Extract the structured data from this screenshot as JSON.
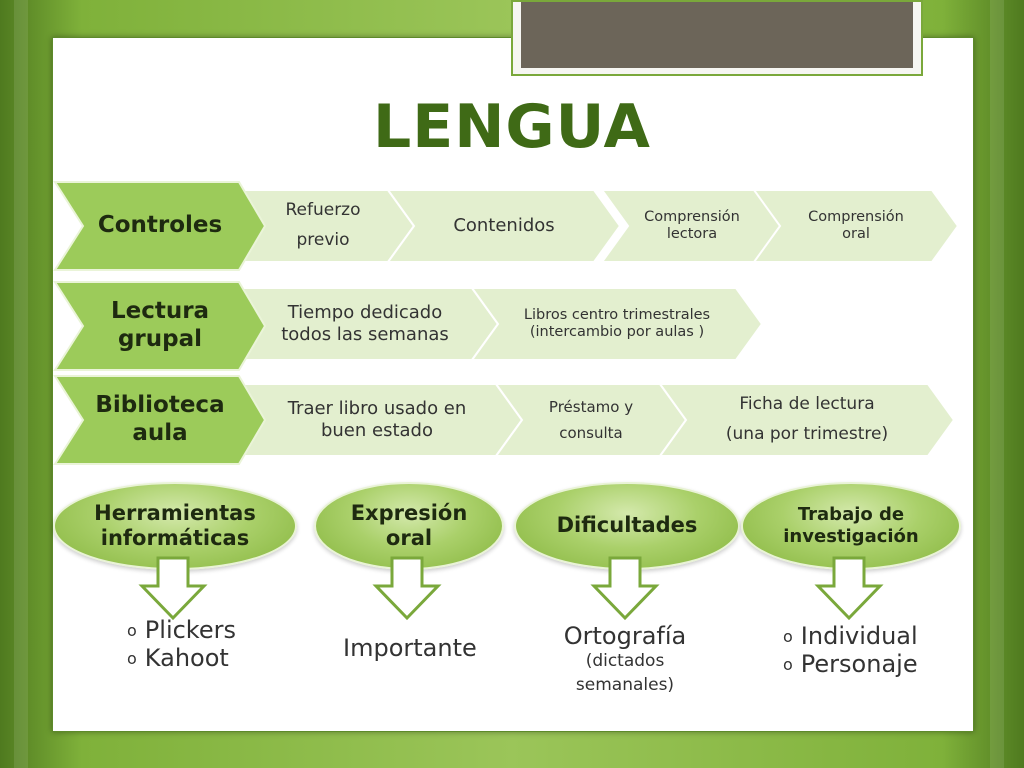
{
  "title": "LENGUA",
  "rows": [
    {
      "category": "Controles",
      "items": [
        "Refuerzo\nprevio",
        "Contenidos",
        "Comprensión\nlectora",
        "Comprensión\noral"
      ]
    },
    {
      "category": "Lectura\ngrupal",
      "items": [
        "Tiempo dedicado\ntodos las semanas",
        "Libros centro trimestrales\n(intercambio por aulas )"
      ]
    },
    {
      "category": "Biblioteca\naula",
      "items": [
        "Traer libro usado en\nbuen estado",
        "Préstamo y\nconsulta",
        "Ficha de lectura\n(una por trimestre)"
      ]
    }
  ],
  "ovals": [
    {
      "label": "Herramientas\ninformáticas",
      "result": [
        "Plickers",
        "Kahoot"
      ],
      "result_type": "bullets"
    },
    {
      "label": "Expresión\noral",
      "result": "Importante",
      "result_type": "text"
    },
    {
      "label": "Dificultades",
      "result": {
        "main": "Ortografía",
        "sub": "(dictados\nsemanales)"
      },
      "result_type": "ortho"
    },
    {
      "label": "Trabajo de\ninvestigación",
      "result": [
        "Individual",
        "Personaje"
      ],
      "result_type": "bullets"
    }
  ],
  "colors": {
    "title": "#3f6a16",
    "category_fill": "#9ccb5a",
    "item_fill": "#e3efcf",
    "accent": "#7aa83b"
  },
  "icons": {
    "arrow": "down-arrow-icon",
    "bullet": "circle-bullet-icon"
  }
}
